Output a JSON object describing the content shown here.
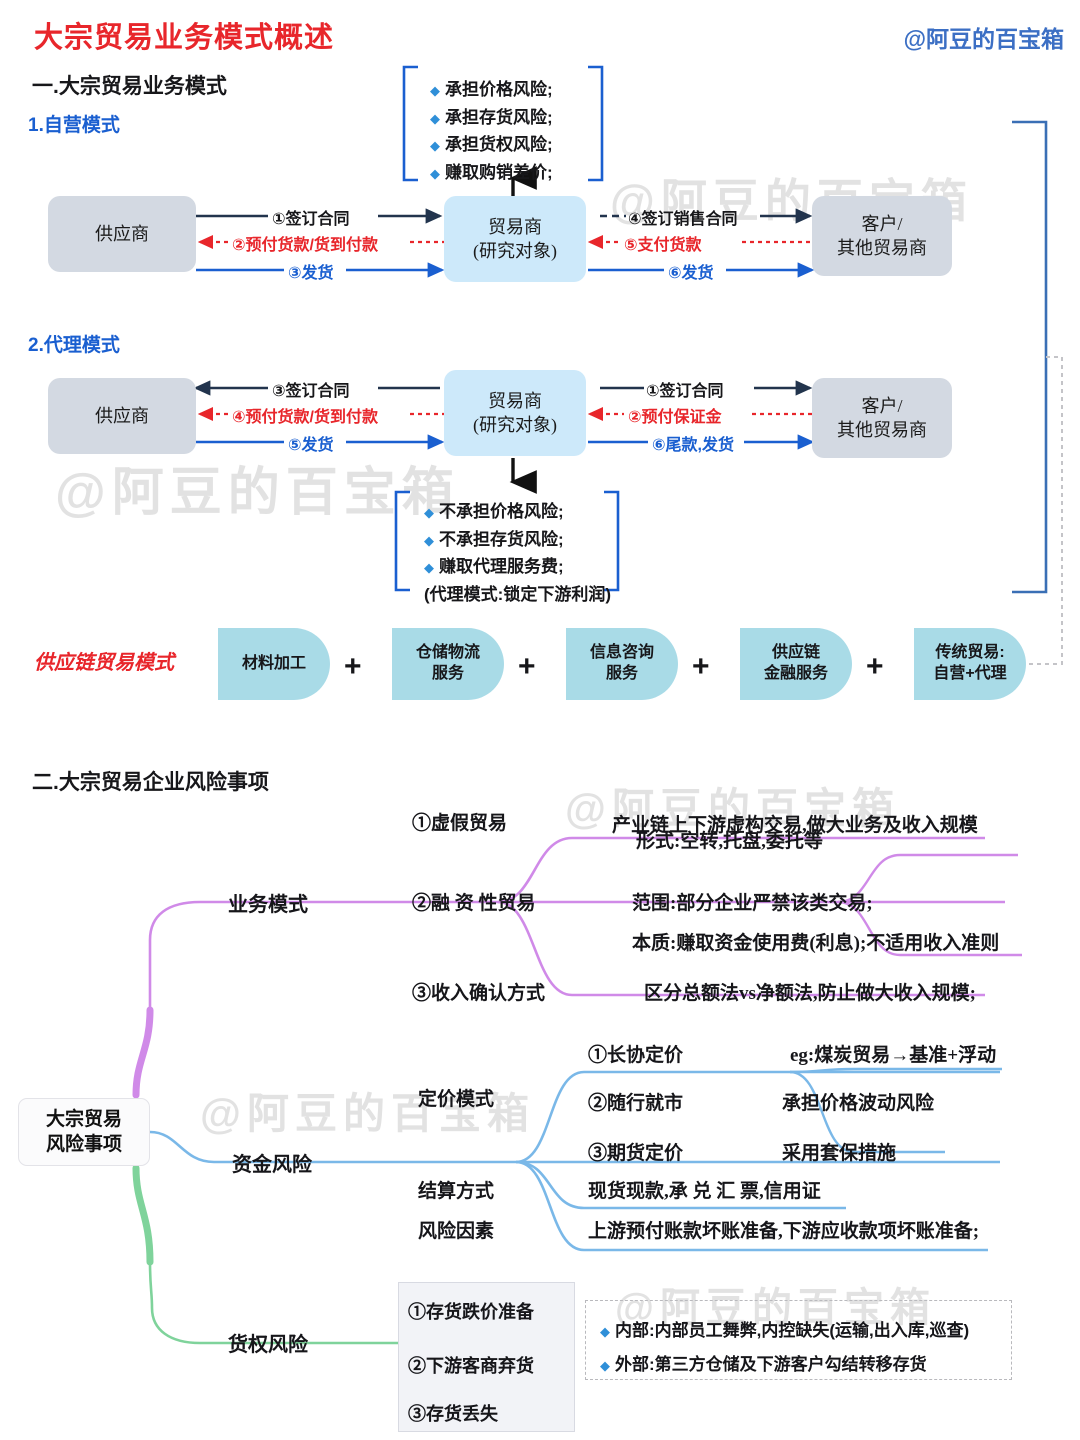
{
  "header": {
    "title": "大宗贸易业务模式概述",
    "brand": "@阿豆的百宝箱",
    "watermark": "@阿豆的百宝箱"
  },
  "section1": {
    "heading": "一.大宗贸易业务模式",
    "sub1": "1.自营模式",
    "sub2": "2.代理模式",
    "self_operated": {
      "bullets": [
        "承担价格风险;",
        "承担存货风险;",
        "承担货权风险;",
        "赚取购销差价;"
      ],
      "nodes": {
        "supplier": "供应商",
        "trader_l1": "贸易商",
        "trader_l2": "(研究对象)",
        "customer_l1": "客户/",
        "customer_l2": "其他贸易商"
      },
      "flows": {
        "f1": "①签订合同",
        "f2": "②预付货款/货到付款",
        "f3": "③发货",
        "f4": "④签订销售合同",
        "f5": "⑤支付货款",
        "f6": "⑥发货"
      }
    },
    "agency": {
      "nodes": {
        "supplier": "供应商",
        "trader_l1": "贸易商",
        "trader_l2": "(研究对象)",
        "customer_l1": "客户/",
        "customer_l2": "其他贸易商"
      },
      "flows": {
        "f3": "③签订合同",
        "f4": "④预付货款/货到付款",
        "f5": "⑤发货",
        "f1": "①签订合同",
        "f2": "②预付保证金",
        "f6": "⑥尾款,发货"
      },
      "bullets": [
        "不承担价格风险;",
        "不承担存货风险;",
        "赚取代理服务费;"
      ],
      "note": "(代理模式:锁定下游利润)"
    },
    "supply_chain": {
      "label": "供应链贸易模式",
      "plus": "+",
      "items": [
        {
          "line1": "材料加工",
          "line2": ""
        },
        {
          "line1": "仓储物流",
          "line2": "服务"
        },
        {
          "line1": "信息咨询",
          "line2": "服务"
        },
        {
          "line1": "供应链",
          "line2": "金融服务"
        },
        {
          "line1": "传统贸易:",
          "line2": "自营+代理"
        }
      ]
    }
  },
  "section2": {
    "heading": "二.大宗贸易企业风险事项",
    "root_l1": "大宗贸易",
    "root_l2": "风险事项",
    "branch_business": {
      "label": "业务模式",
      "color": "#d08ae8",
      "children": [
        {
          "label": "①虚假贸易",
          "details": [
            "产业链上下游虚构交易,做大业务及收入规模"
          ]
        },
        {
          "label": "②融 资 性贸易",
          "details": [
            "形式:空转,托盘,委托等",
            "范围:部分企业严禁该类交易;",
            "本质:赚取资金使用费(利息);不适用收入准则"
          ]
        },
        {
          "label": "③收入确认方式",
          "details": [
            "区分总额法vs净额法,防止做大收入规模;"
          ]
        }
      ]
    },
    "branch_capital": {
      "label": "资金风险",
      "color": "#7ab8e8",
      "children": [
        {
          "label": "定价模式",
          "details": [
            {
              "name": "①长协定价",
              "value": "eg:煤炭贸易→基准+浮动"
            },
            {
              "name": "②随行就市",
              "value": "承担价格波动风险"
            },
            {
              "name": "③期货定价",
              "value": "采用套保措施"
            }
          ]
        },
        {
          "label": "结算方式",
          "value": "现货现款,承 兑 汇 票,信用证"
        },
        {
          "label": "风险因素",
          "value": "上游预付账款坏账准备,下游应收款项坏账准备;"
        }
      ]
    },
    "branch_goods": {
      "label": "货权风险",
      "color": "#7fd39b",
      "children": [
        "①存货跌价准备",
        "②下游客商弃货",
        "③存货丢失"
      ],
      "notes": [
        "内部:内部员工舞弊,内控缺失(运输,出入库,巡查)",
        "外部:第三方仓储及下游客户勾结转移存货"
      ]
    }
  },
  "colors": {
    "red": "#e8262b",
    "blue": "#1a5fd0",
    "gray_box": "#d3d9e2",
    "blue_box": "#cde9fa",
    "cyan_chevron": "#a9dbe7",
    "purple_branch": "#d08ae8",
    "blue_branch": "#7ab8e8",
    "green_branch": "#7fd39b"
  }
}
